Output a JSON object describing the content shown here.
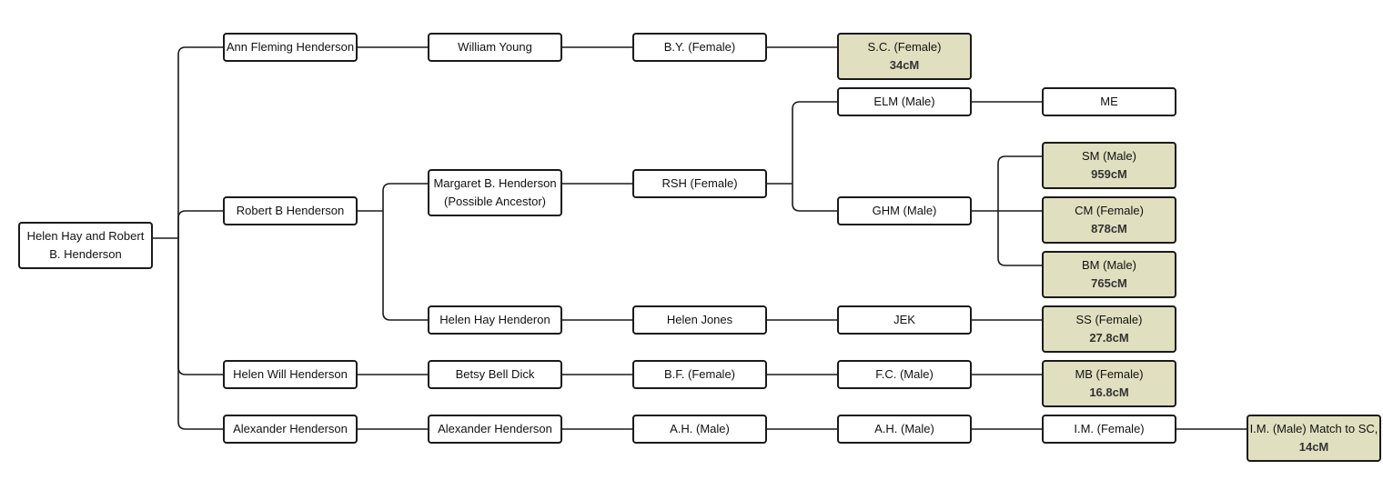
{
  "colors": {
    "highlight": "#e0dfbf",
    "line": "#1a1a1a",
    "border": "#1a1a1a"
  },
  "nodes": {
    "root": {
      "line1": "Helen Hay and Robert",
      "line2": "B. Henderson"
    },
    "ann": {
      "line1": "Ann Fleming Henderson"
    },
    "william": {
      "line1": "William Young"
    },
    "by": {
      "line1": "B.Y. (Female)"
    },
    "sc": {
      "line1": "S.C. (Female)",
      "cm": "34cM"
    },
    "robert": {
      "line1": "Robert B Henderson"
    },
    "margaret": {
      "line1": "Margaret B. Henderson",
      "line2": "(Possible Ancestor)"
    },
    "rsh": {
      "line1": "RSH (Female)"
    },
    "elm": {
      "line1": "ELM (Male)"
    },
    "me": {
      "line1": "ME"
    },
    "ghm": {
      "line1": "GHM (Male)"
    },
    "sm": {
      "line1": "SM (Male)",
      "cm": "959cM"
    },
    "cm_f": {
      "line1": "CM (Female)",
      "cm": "878cM"
    },
    "bm": {
      "line1": "BM (Male)",
      "cm": "765cM"
    },
    "helenhay": {
      "line1": "Helen Hay Henderon"
    },
    "helenjones": {
      "line1": "Helen Jones"
    },
    "jek": {
      "line1": "JEK"
    },
    "ss": {
      "line1": "SS (Female)",
      "cm": "27.8cM"
    },
    "helenwill": {
      "line1": "Helen Will Henderson"
    },
    "betsy": {
      "line1": "Betsy Bell Dick"
    },
    "bf": {
      "line1": "B.F. (Female)"
    },
    "fc": {
      "line1": "F.C. (Male)"
    },
    "mb": {
      "line1": "MB (Female)",
      "cm": "16.8cM"
    },
    "alex1": {
      "line1": "Alexander Henderson"
    },
    "alex2": {
      "line1": "Alexander Henderson"
    },
    "ah1": {
      "line1": "A.H. (Male)"
    },
    "ah2": {
      "line1": "A.H. (Male)"
    },
    "im_f": {
      "line1": "I.M. (Female)"
    },
    "im_m": {
      "line1": "I.M. (Male) Match to SC,",
      "cm": "14cM"
    }
  }
}
